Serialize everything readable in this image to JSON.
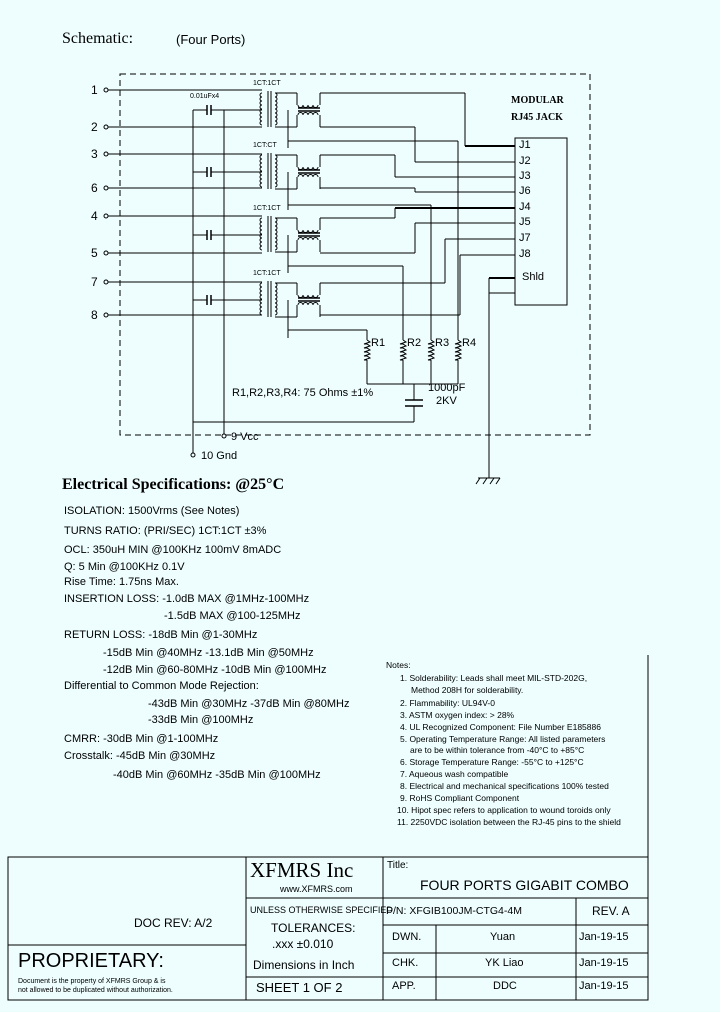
{
  "header": {
    "title": "Schematic:",
    "subtitle": "(Four Ports)"
  },
  "schematic": {
    "pins": [
      {
        "num": "1"
      },
      {
        "num": "2"
      },
      {
        "num": "3"
      },
      {
        "num": "6"
      },
      {
        "num": "4"
      },
      {
        "num": "5"
      },
      {
        "num": "7"
      },
      {
        "num": "8"
      }
    ],
    "transformer_labels": [
      "1CT:1CT",
      "1CT:CT",
      "1CT:1CT",
      "1CT:1CT"
    ],
    "cap_label": "0.01uFx4",
    "jack_title_1": "MODULAR",
    "jack_title_2": "RJ45 JACK",
    "jack_pins": [
      "J1",
      "J2",
      "J3",
      "J6",
      "J4",
      "J5",
      "J7",
      "J8",
      "Shld"
    ],
    "resistors": [
      "R1",
      "R2",
      "R3",
      "R4"
    ],
    "resistor_value": "R1,R2,R3,R4: 75 Ohms ±1%",
    "hv_cap_1": "1000pF",
    "hv_cap_2": "2KV",
    "vcc": "9 Vcc",
    "gnd": "10 Gnd"
  },
  "electrical": {
    "title": "Electrical Specifications: @25°C",
    "lines": [
      "ISOLATION: 1500Vrms (See Notes)",
      "TURNS RATIO: (PRI/SEC) 1CT:1CT ±3%",
      "OCL: 350uH MIN @100KHz 100mV 8mADC",
      "Q: 5 Min @100KHz 0.1V",
      "Rise Time: 1.75ns Max.",
      "INSERTION LOSS: -1.0dB MAX @1MHz-100MHz",
      "-1.5dB MAX @100-125MHz",
      "RETURN LOSS: -18dB Min @1-30MHz",
      "-15dB Min @40MHz -13.1dB Min @50MHz",
      "-12dB Min @60-80MHz -10dB Min @100MHz",
      "Differential to Common Mode Rejection:",
      "-43dB Min @30MHz -37dB Min @80MHz",
      "-33dB Min @100MHz",
      "CMRR: -30dB Min @1-100MHz",
      "Crosstalk: -45dB Min @30MHz",
      "-40dB Min @60MHz -35dB Min @100MHz"
    ]
  },
  "notes": {
    "title": "Notes:",
    "items": [
      "1. Solderability: Leads shall meet MIL-STD-202G,",
      "Method 208H for solderability.",
      "2. Flammability: UL94V-0",
      "3. ASTM oxygen index: > 28%",
      "4. UL Recognized Component: File Number E185886",
      "5. Operating Temperature Range: All listed parameters",
      "are to be within tolerance from -40°C to +85°C",
      "6. Storage Temperature Range: -55°C to +125°C",
      "7. Aqueous wash compatible",
      "8. Electrical and mechanical specifications 100% tested",
      "9. RoHS Compliant Component",
      "10. Hipot spec refers to application to wound toroids only",
      "11. 2250VDC isolation between the RJ-45 pins to the shield"
    ]
  },
  "title_block": {
    "company": "XFMRS Inc",
    "website": "www.XFMRS.com",
    "title_label": "Title:",
    "title": "FOUR PORTS GIGABIT COMBO",
    "unless": "UNLESS OTHERWISE SPECIFIED",
    "tolerances": "TOLERANCES:",
    "tol_value": ".xxx ±0.010",
    "dimensions": "Dimensions in Inch",
    "sheet": "SHEET 1 OF 2",
    "pn": "P/N: XFGIB100JM-CTG4-4M",
    "rev": "REV. A",
    "rows": [
      {
        "role": "DWN.",
        "name": "Yuan",
        "date": "Jan-19-15"
      },
      {
        "role": "CHK.",
        "name": "YK Liao",
        "date": "Jan-19-15"
      },
      {
        "role": "APP.",
        "name": "DDC",
        "date": "Jan-19-15"
      }
    ],
    "doc_rev": "DOC REV: A/2",
    "proprietary": "PROPRIETARY:",
    "proprietary_text_1": "Document is the property of XFMRS Group & is",
    "proprietary_text_2": "not allowed to be duplicated without authorization."
  }
}
